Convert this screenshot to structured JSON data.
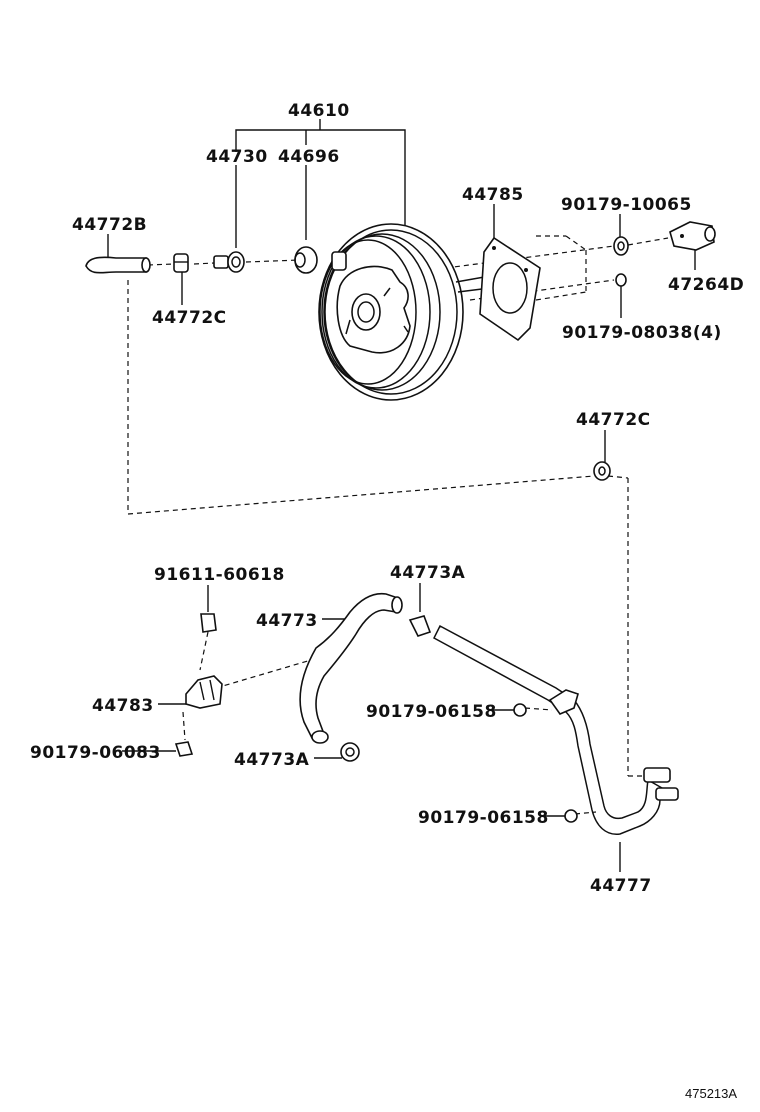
{
  "diagram": {
    "labels": {
      "p44610": "44610",
      "p44730": "44730",
      "p44696": "44696",
      "p44785": "44785",
      "p90179_10065": "90179-10065",
      "p44772B": "44772B",
      "p47264D": "47264D",
      "p44772C_top": "44772C",
      "p90179_08038": "90179-08038(4)",
      "p44772C_mid": "44772C",
      "p91611_60618": "91611-60618",
      "p44773A_top": "44773A",
      "p44773": "44773",
      "p44783": "44783",
      "p90179_06158_a": "90179-06158",
      "p90179_06083": "90179-06083",
      "p44773A_bottom": "44773A",
      "p90179_06158_b": "90179-06158",
      "p44777": "44777"
    },
    "figure_code": "475213A"
  }
}
